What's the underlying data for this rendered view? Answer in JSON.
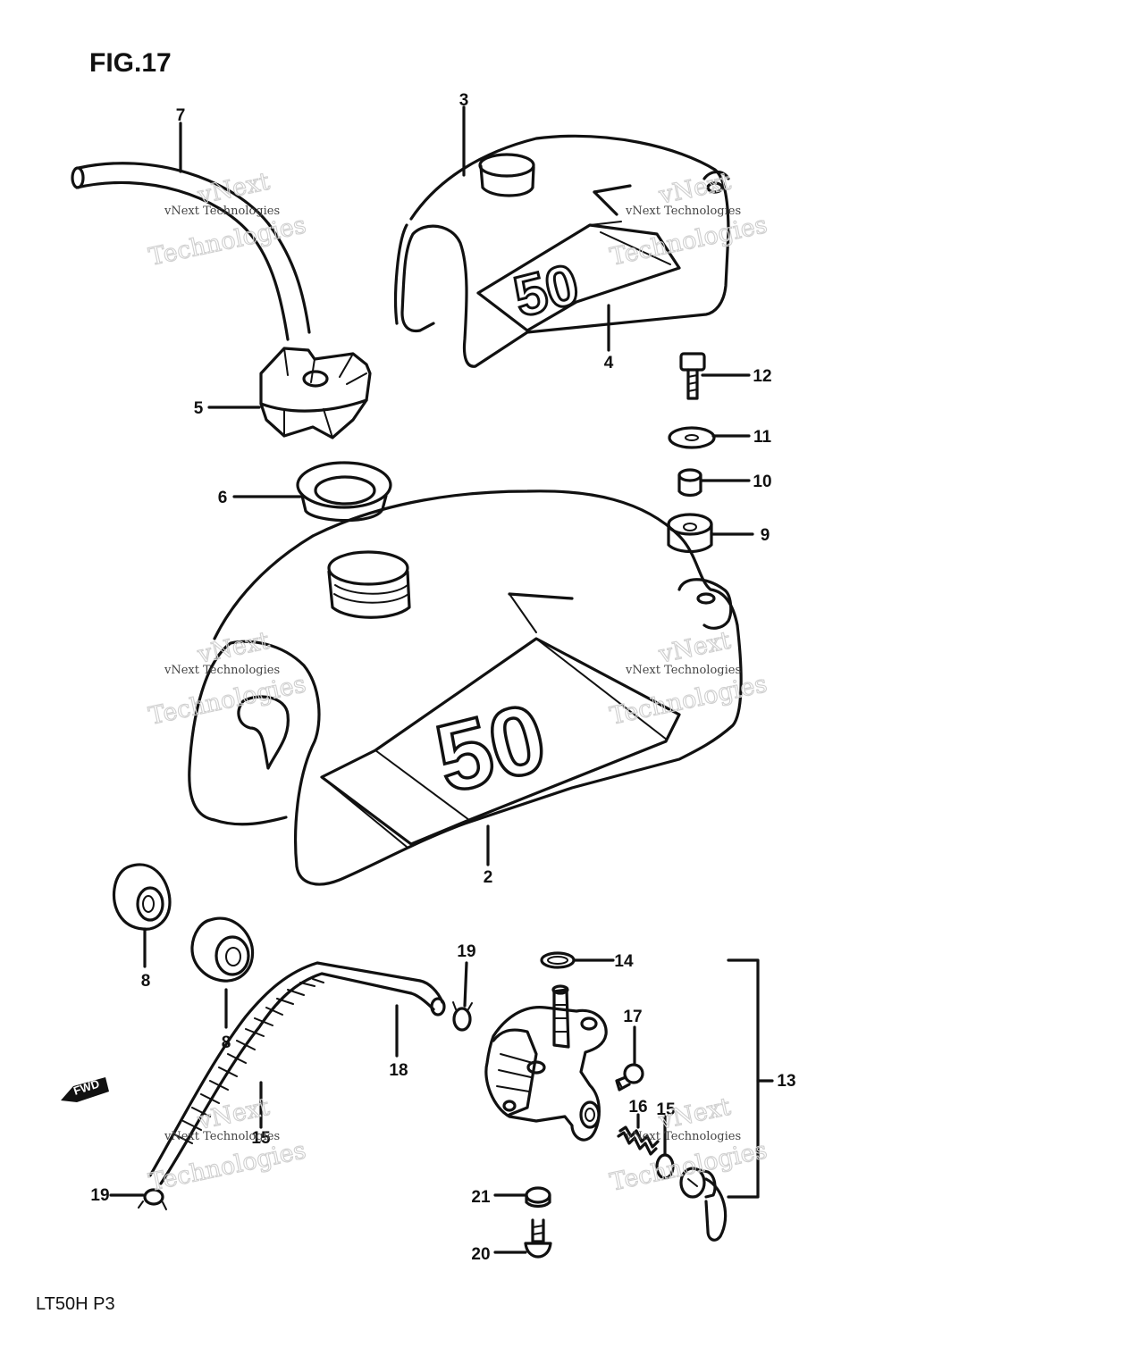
{
  "figure": {
    "title": "FIG.17",
    "footer": "LT50H P3"
  },
  "watermark": {
    "line1": "vNext Technologies",
    "line2": "Technologies",
    "line3": "vNext"
  },
  "fwd_arrow": {
    "label": "FWD"
  },
  "callouts": [
    {
      "id": "c1",
      "label": "7"
    },
    {
      "id": "c2",
      "label": "3"
    },
    {
      "id": "c3",
      "label": "4"
    },
    {
      "id": "c4",
      "label": "5"
    },
    {
      "id": "c5",
      "label": "6"
    },
    {
      "id": "c6",
      "label": "12"
    },
    {
      "id": "c7",
      "label": "11"
    },
    {
      "id": "c8",
      "label": "10"
    },
    {
      "id": "c9",
      "label": "9"
    },
    {
      "id": "c10",
      "label": "2"
    },
    {
      "id": "c11",
      "label": "8"
    },
    {
      "id": "c12",
      "label": "8"
    },
    {
      "id": "c13",
      "label": "19"
    },
    {
      "id": "c14",
      "label": "14"
    },
    {
      "id": "c15",
      "label": "17"
    },
    {
      "id": "c16",
      "label": "18"
    },
    {
      "id": "c17",
      "label": "13"
    },
    {
      "id": "c18",
      "label": "16"
    },
    {
      "id": "c19",
      "label": "15"
    },
    {
      "id": "c20",
      "label": "15"
    },
    {
      "id": "c21",
      "label": "19"
    },
    {
      "id": "c22",
      "label": "21"
    },
    {
      "id": "c23",
      "label": "20"
    }
  ]
}
